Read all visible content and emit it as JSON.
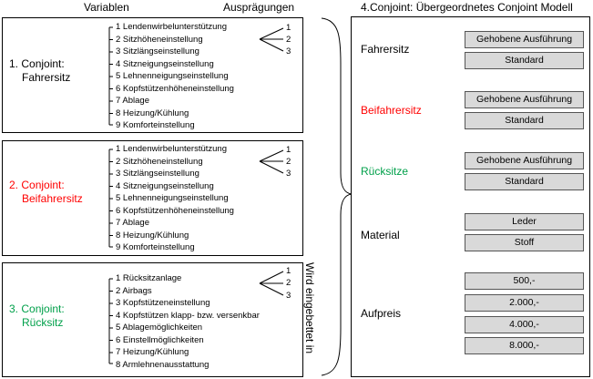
{
  "headers": {
    "variablen": "Variablen",
    "auspraegungen": "Ausprägungen",
    "gesamtmodell": "4.Conjoint: Übergeordnetes Conjoint Modell"
  },
  "embedded_label": "Wird eingebettet in",
  "conjoints": [
    {
      "number": "1.",
      "title_line1": "Conjoint:",
      "title_line2": "Fahrersitz",
      "color": "#000000",
      "variables": [
        "1 Lendenwirbelunterstützung",
        "2 Sitzhöheneinstellung",
        "3 Sitzlängseinstellung",
        "4 Sitzneigungseinstellung",
        "5 Lehnenneigungseinstellung",
        "6 Kopfstützenhöheneinstellung",
        "7 Ablage",
        "8 Heizung/Kühlung",
        "9 Komforteinstellung"
      ],
      "levels": [
        "1",
        "2",
        "3"
      ]
    },
    {
      "number": "2.",
      "title_line1": "Conjoint:",
      "title_line2": "Beifahrersitz",
      "color": "#ff0000",
      "variables": [
        "1 Lendenwirbelunterstützung",
        "2 Sitzhöheneinstellung",
        "3 Sitzlängseinstellung",
        "4 Sitzneigungseinstellung",
        "5 Lehnenneigungseinstellung",
        "6 Kopfstützenhöheneinstellung",
        "7 Ablage",
        "8 Heizung/Kühlung",
        "9 Komforteinstellung"
      ],
      "levels": [
        "1",
        "2",
        "3"
      ]
    },
    {
      "number": "3.",
      "title_line1": "Conjoint:",
      "title_line2": "Rücksitz",
      "color": "#00a04a",
      "variables": [
        "1 Rücksitzanlage",
        "2 Airbags",
        "3 Kopfstützeneinstellung",
        "4 Kopfstützen klapp- bzw. versenkbar",
        "5 Ablagemöglichkeiten",
        "6 Einstellmöglichkeiten",
        "7 Heizung/Kühlung",
        "8 Armlehnenausstattung"
      ],
      "levels": [
        "1",
        "2",
        "3"
      ]
    }
  ],
  "model": {
    "categories": [
      {
        "name": "Fahrersitz",
        "color": "#000000",
        "options": [
          "Gehobene Ausführung",
          "Standard"
        ]
      },
      {
        "name": "Beifahrersitz",
        "color": "#ff0000",
        "options": [
          "Gehobene Ausführung",
          "Standard"
        ]
      },
      {
        "name": "Rücksitze",
        "color": "#00a04a",
        "options": [
          "Gehobene Ausführung",
          "Standard"
        ]
      },
      {
        "name": "Material",
        "color": "#000000",
        "options": [
          "Leder",
          "Stoff"
        ]
      },
      {
        "name": "Aufpreis",
        "color": "#000000",
        "options": [
          "500,-",
          "2.000,-",
          "4.000,-",
          "8.000,-"
        ]
      }
    ]
  }
}
